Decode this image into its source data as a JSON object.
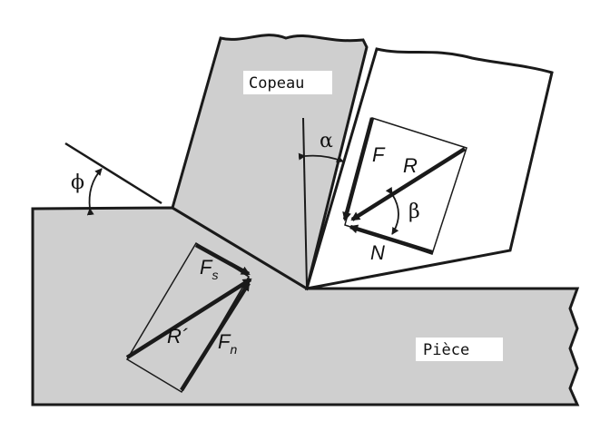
{
  "regions": {
    "chip_label": "Copeau",
    "workpiece_label": "Pièce"
  },
  "angles": {
    "shear_angle": "ϕ",
    "rake_angle": "α",
    "friction_angle": "β"
  },
  "forces": {
    "friction": "F",
    "resultant_tool": "R",
    "normal": "N",
    "shear_main": "F",
    "shear_sub": "s",
    "normal_shear_main": "F",
    "normal_shear_sub": "n",
    "resultant_chip": "R´"
  },
  "colors": {
    "material_fill": "#cfcfcf",
    "outline": "#1a1a1a",
    "background": "#ffffff"
  }
}
